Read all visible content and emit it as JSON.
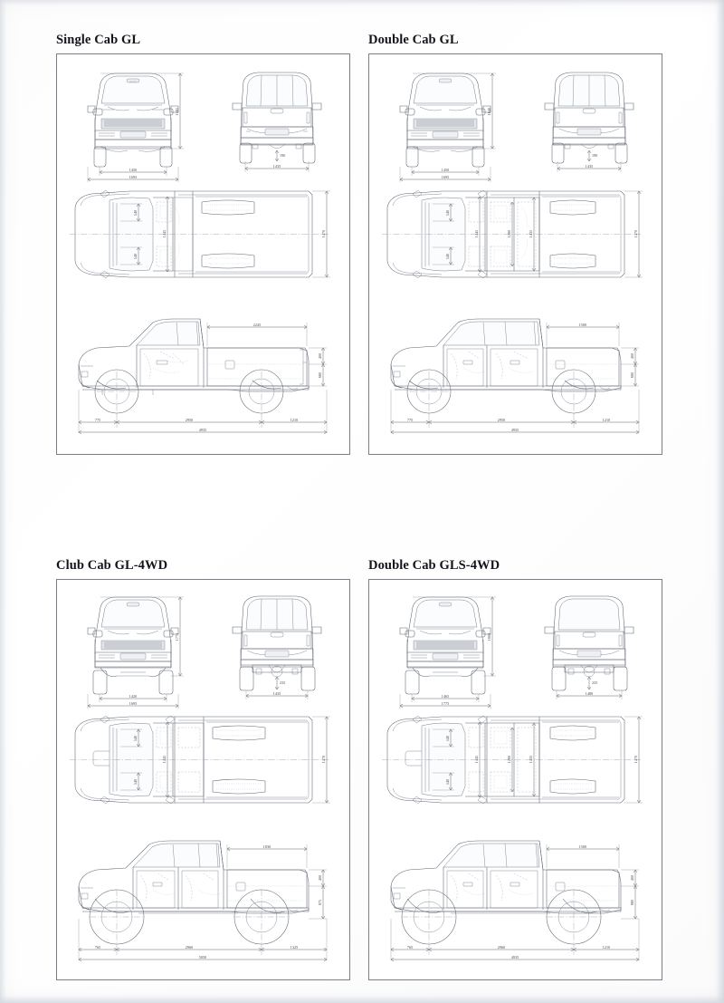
{
  "document": {
    "type": "vehicle-dimension-specification-sheet",
    "background_color": "#ffffff",
    "line_color": "#5d6570",
    "text_color": "#3d434b"
  },
  "panels": [
    {
      "id": "single-cab-gl",
      "title": "Single Cab GL",
      "views": {
        "front": {
          "label": "front-view",
          "dims": {
            "overall_height": "1585",
            "front_track": "1450",
            "overall_width": "1695"
          }
        },
        "rear": {
          "label": "rear-view",
          "dims": {
            "ground_clearance": "190",
            "rear_track": "1435"
          }
        },
        "top": {
          "label": "top-view",
          "dims": {
            "shoulder_front": "540",
            "shoulder_rear": "540",
            "cabin_width": "1445",
            "overall_width": "1470"
          }
        },
        "side": {
          "label": "side-view",
          "dims": {
            "bed_length": "2245",
            "bed_depth": "400",
            "bed_floor_height": "680",
            "front_overhang": "775",
            "wheelbase": "2950",
            "rear_overhang": "1210",
            "overall_length": "4935"
          }
        }
      }
    },
    {
      "id": "double-cab-gl",
      "title": "Double Cab GL",
      "views": {
        "front": {
          "label": "front-view",
          "dims": {
            "overall_height": "1640",
            "front_track": "1450",
            "overall_width": "1695"
          }
        },
        "rear": {
          "label": "rear-view",
          "dims": {
            "ground_clearance": "190",
            "rear_track": "1435"
          }
        },
        "top": {
          "label": "top-view",
          "dims": {
            "shoulder_front": "540",
            "shoulder_rear": "540",
            "cabin_width": "1445",
            "rear_seat_width": "1280",
            "rear_cabin_width": "1435",
            "overall_width": "1470"
          }
        },
        "side": {
          "label": "side-view",
          "dims": {
            "bed_length": "1500",
            "bed_depth": "400",
            "bed_floor_height": "680",
            "front_overhang": "775",
            "wheelbase": "2950",
            "rear_overhang": "1210",
            "overall_length": "4935"
          }
        }
      }
    },
    {
      "id": "club-cab-gl-4wd",
      "title": "Club Cab GL-4WD",
      "views": {
        "front": {
          "label": "front-view",
          "dims": {
            "overall_height": "1775",
            "front_track": "1420",
            "overall_width": "1695"
          }
        },
        "rear": {
          "label": "rear-view",
          "dims": {
            "ground_clearance": "235",
            "rear_track": "1435"
          }
        },
        "top": {
          "label": "top-view",
          "dims": {
            "shoulder_front": "540",
            "shoulder_rear": "540",
            "cabin_width": "1445",
            "overall_width": "1470"
          }
        },
        "side": {
          "label": "side-view",
          "dims": {
            "bed_length": "1830",
            "bed_depth": "400",
            "bed_floor_height": "875",
            "front_overhang": "765",
            "wheelbase": "2960",
            "rear_overhang": "1325",
            "overall_length": "5050"
          }
        }
      }
    },
    {
      "id": "double-cab-gls-4wd",
      "title": "Double Cab GLS-4WD",
      "views": {
        "front": {
          "label": "front-view",
          "dims": {
            "overall_height": "1800",
            "front_track": "1465",
            "overall_width": "1775"
          }
        },
        "rear": {
          "label": "rear-view",
          "dims": {
            "ground_clearance": "235",
            "rear_track": "1480"
          }
        },
        "top": {
          "label": "top-view",
          "dims": {
            "shoulder_front": "540",
            "shoulder_rear": "540",
            "cabin_width": "1445",
            "rear_seat_width": "1280",
            "rear_cabin_width": "1435",
            "overall_width": "1470"
          }
        },
        "side": {
          "label": "side-view",
          "dims": {
            "bed_length": "1500",
            "bed_depth": "400",
            "bed_floor_height": "880",
            "front_overhang": "765",
            "wheelbase": "2960",
            "rear_overhang": "1210",
            "overall_length": "4935"
          }
        }
      }
    }
  ]
}
